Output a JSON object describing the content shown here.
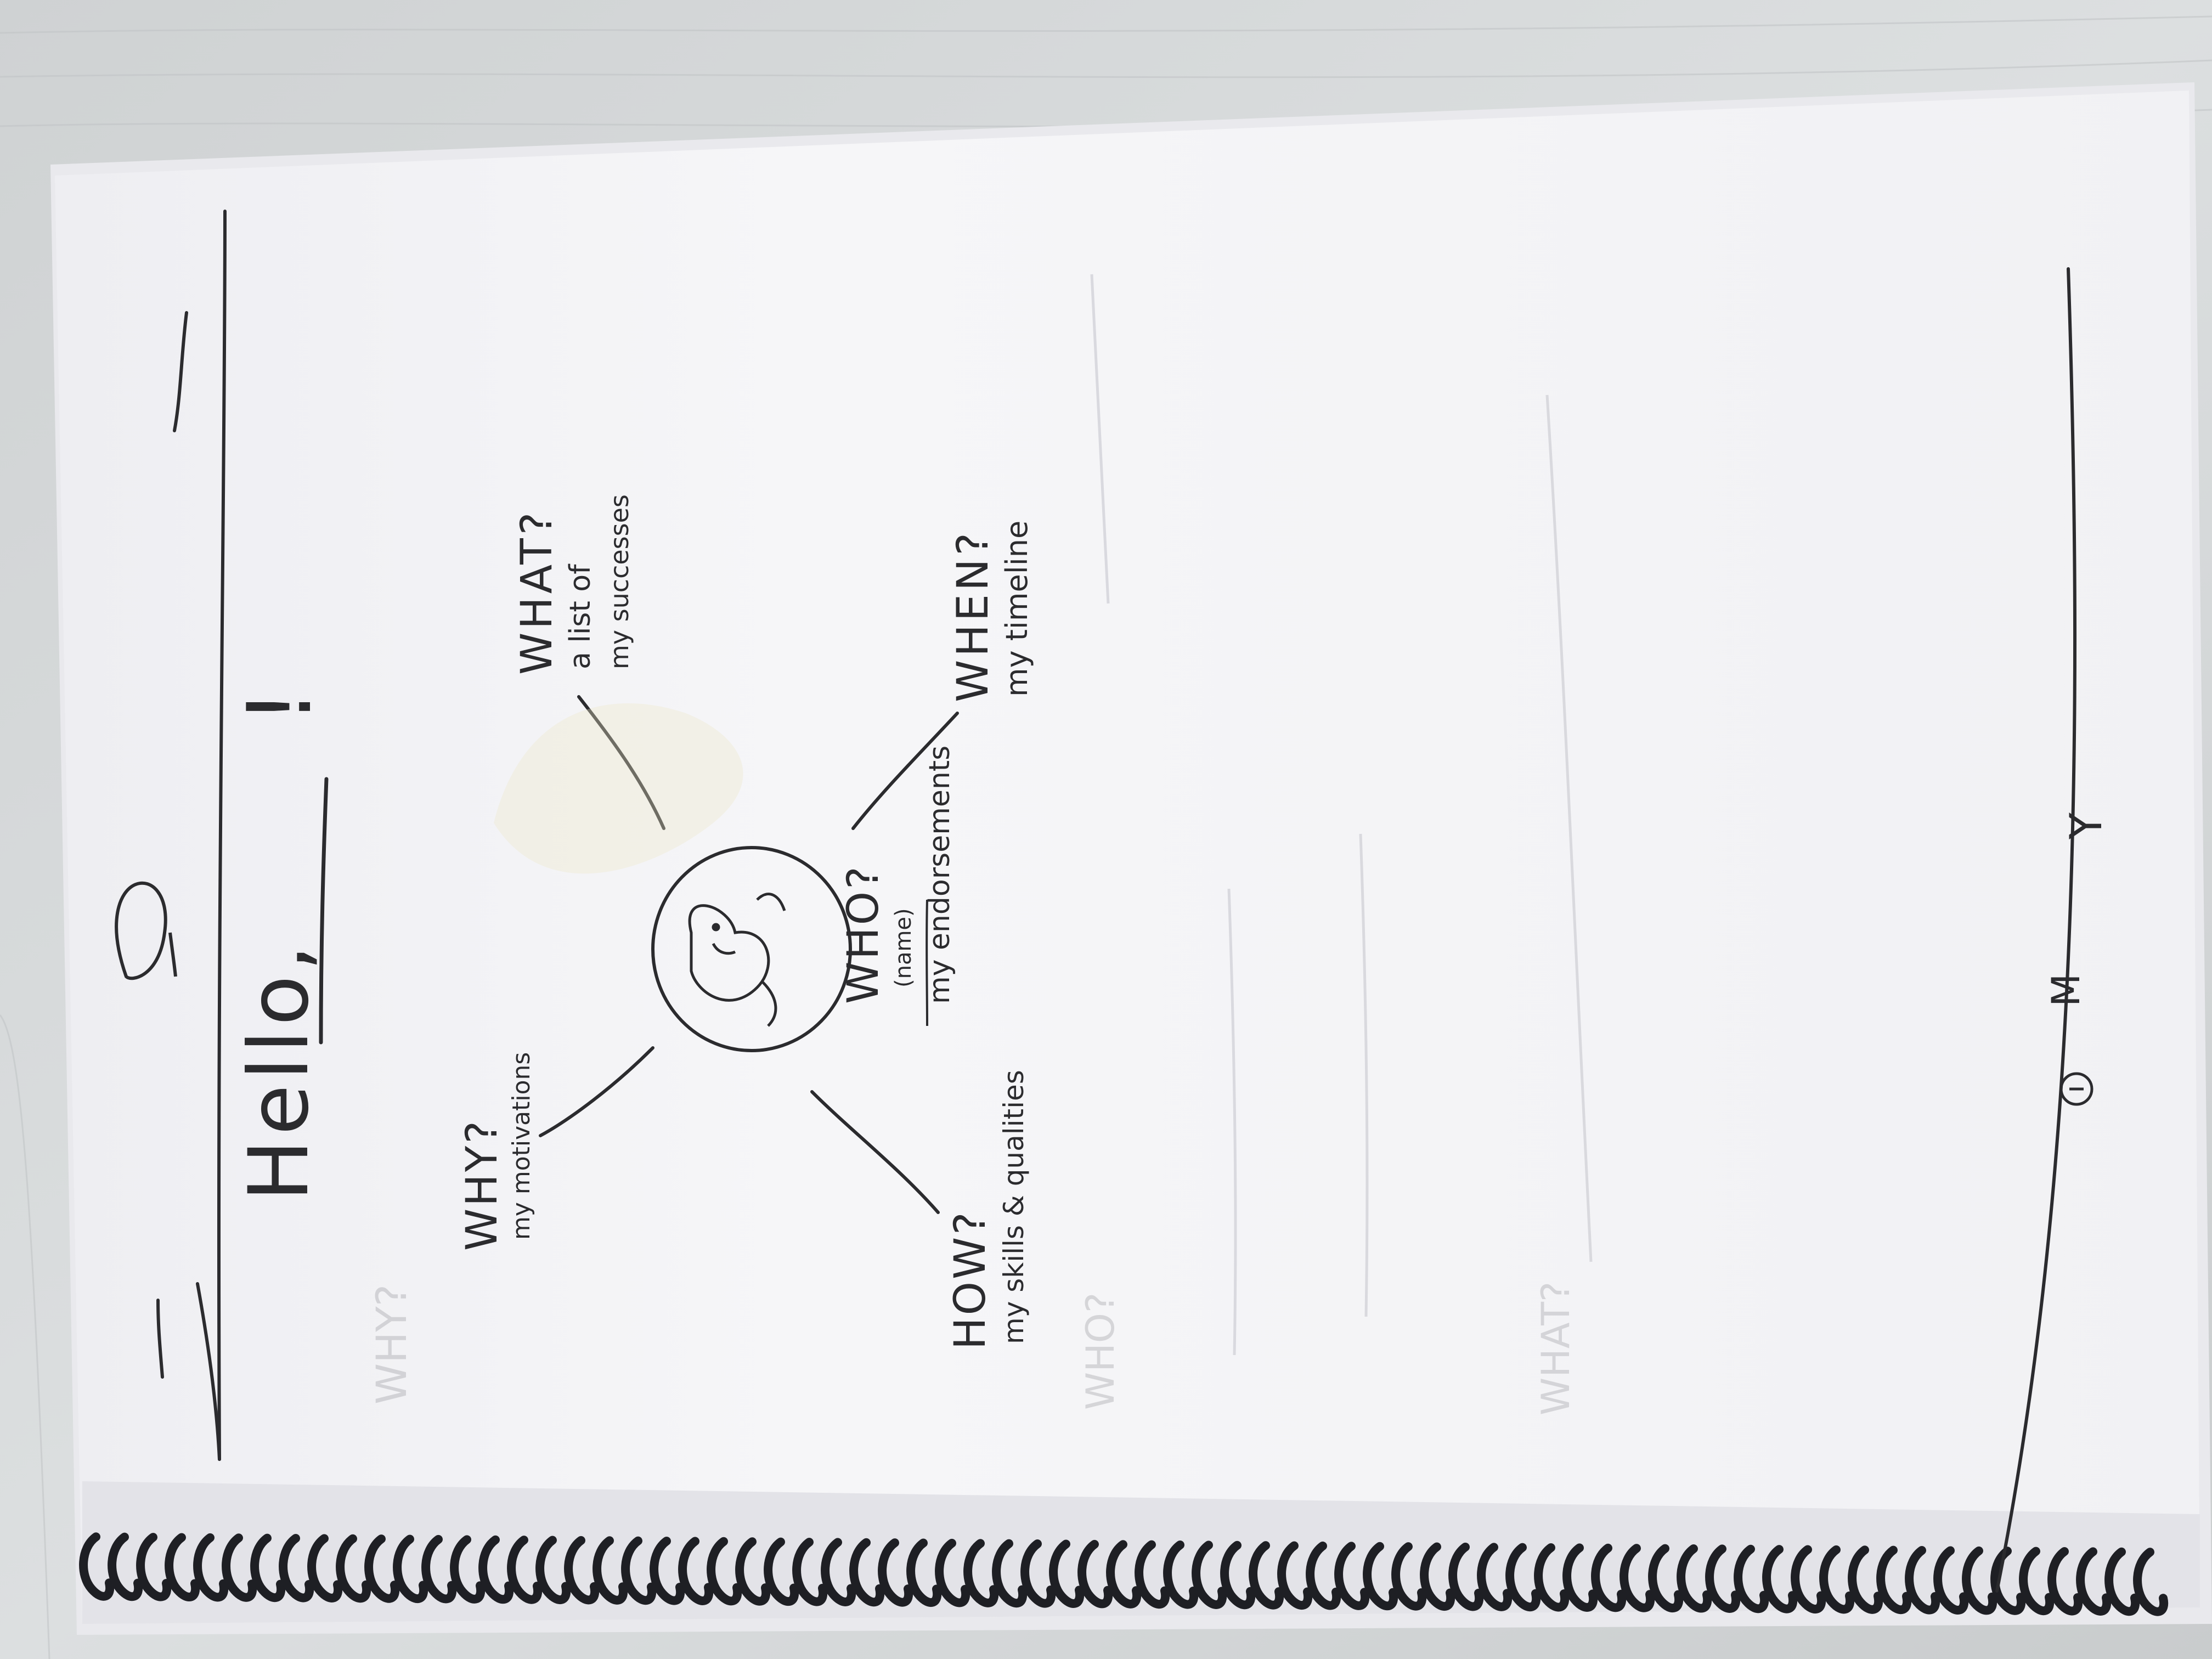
{
  "sketch": {
    "greeting": "Hello,",
    "exclamation": "!",
    "nodes": {
      "why": {
        "question": "WHY?",
        "detail": "my motivations"
      },
      "what": {
        "question": "WHAT?",
        "detail_line1": "a list of",
        "detail_line2": "my successes"
      },
      "how": {
        "question": "HOW?",
        "detail": "my skills & qualities"
      },
      "who": {
        "question": "WHO?",
        "name_note": "(name)",
        "detail": "my endorsements"
      },
      "when": {
        "question": "WHEN?",
        "detail": "my timeline"
      }
    },
    "footer_letters": [
      "M",
      "Y"
    ],
    "ghost_text": {
      "left_top": "WHY?",
      "left_mid": "WHO?",
      "right_mid": "WHAT?"
    }
  },
  "colors": {
    "table": "#d7dadb",
    "paper": "#f4f4f6",
    "ink": "#2b2b2e",
    "pencil_ghost": "#c8c8cc",
    "spiral": "#1e1f24"
  }
}
